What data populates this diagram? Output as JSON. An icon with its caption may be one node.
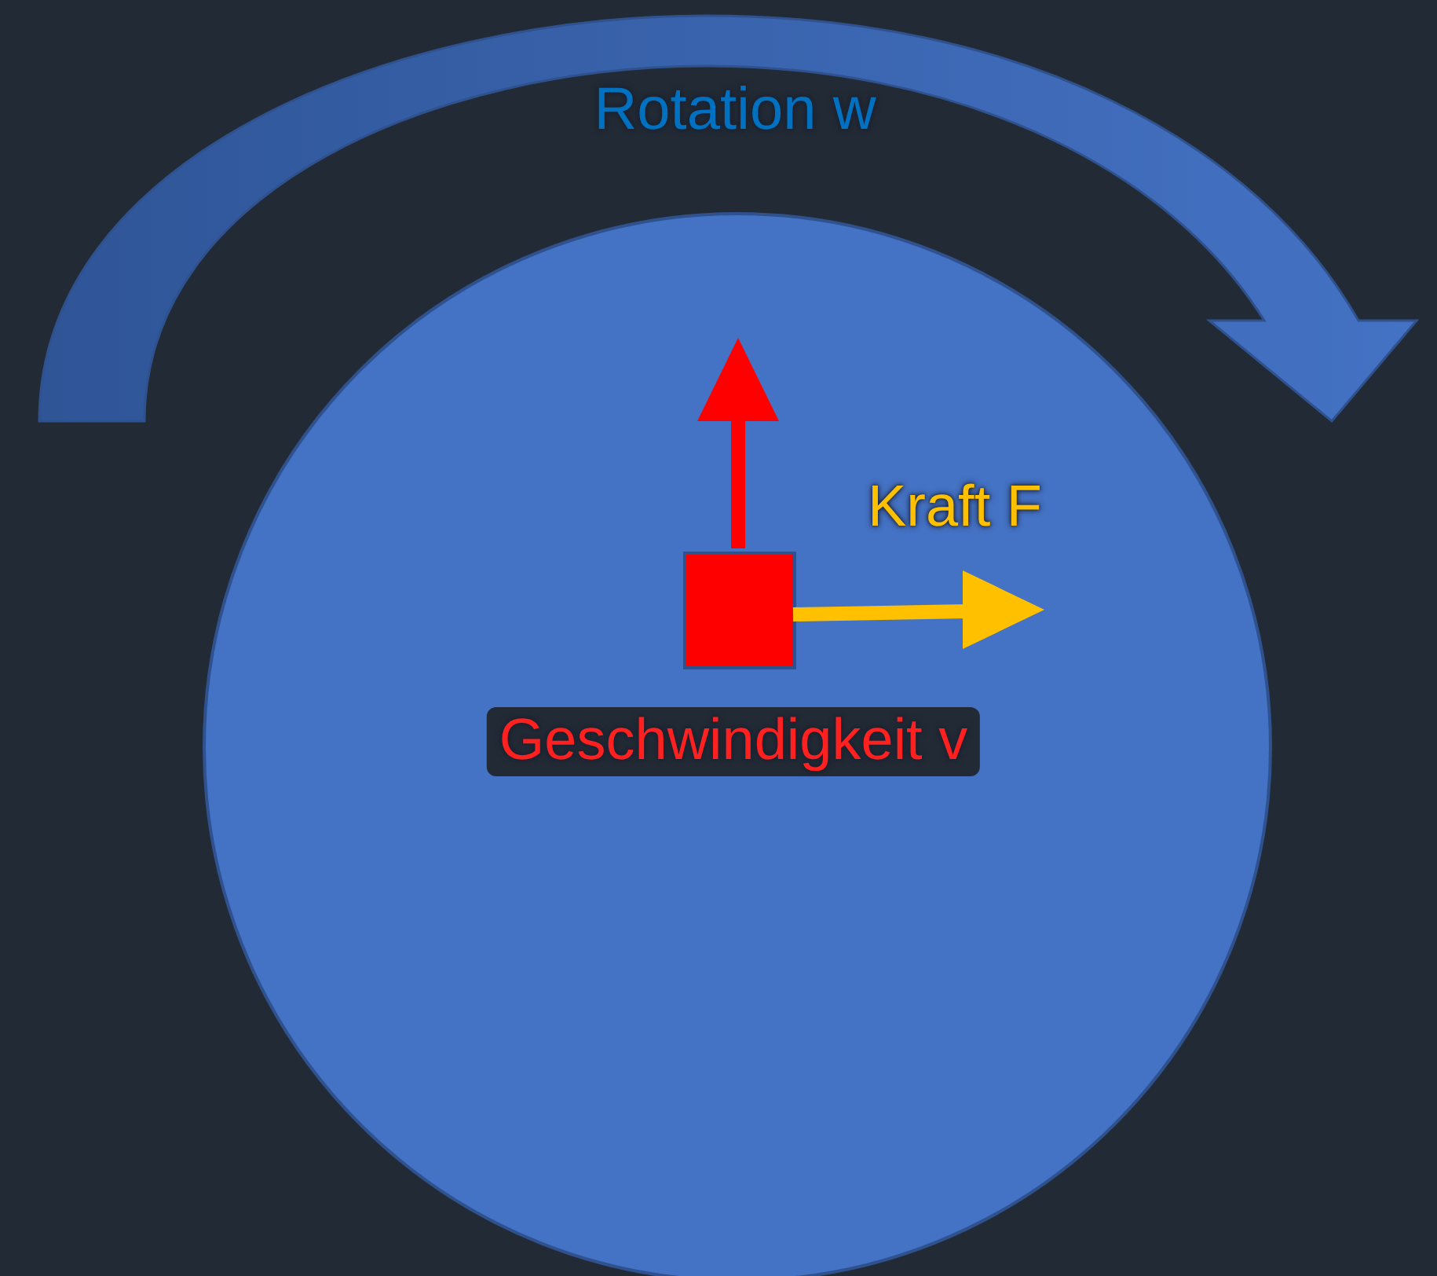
{
  "diagram": {
    "nodes": [
      {
        "text": [],
        "shape": "circle"
      },
      {
        "text": [],
        "shape": "box",
        "in": 0
      }
    ],
    "labels": [
      "Rotation w",
      "Kraft F",
      "Geschwindigkeit v"
    ]
  }
}
